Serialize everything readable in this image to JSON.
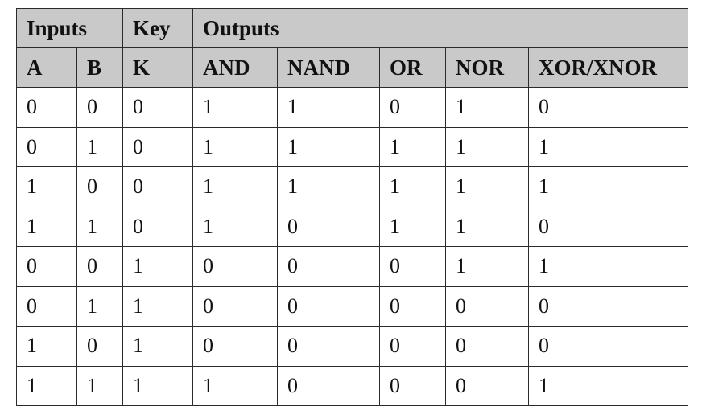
{
  "groups": {
    "inputs": "Inputs",
    "key": "Key",
    "outputs": "Outputs"
  },
  "columns": [
    "A",
    "B",
    "K",
    "AND",
    "NAND",
    "OR",
    "NOR",
    "XOR/XNOR"
  ],
  "rows": [
    [
      "0",
      "0",
      "0",
      "1",
      "1",
      "0",
      "1",
      "0"
    ],
    [
      "0",
      "1",
      "0",
      "1",
      "1",
      "1",
      "1",
      "1"
    ],
    [
      "1",
      "0",
      "0",
      "1",
      "1",
      "1",
      "1",
      "1"
    ],
    [
      "1",
      "1",
      "0",
      "1",
      "0",
      "1",
      "1",
      "0"
    ],
    [
      "0",
      "0",
      "1",
      "0",
      "0",
      "0",
      "1",
      "1"
    ],
    [
      "0",
      "1",
      "1",
      "0",
      "0",
      "0",
      "0",
      "0"
    ],
    [
      "1",
      "0",
      "1",
      "0",
      "0",
      "0",
      "0",
      "0"
    ],
    [
      "1",
      "1",
      "1",
      "1",
      "0",
      "0",
      "0",
      "1"
    ]
  ]
}
